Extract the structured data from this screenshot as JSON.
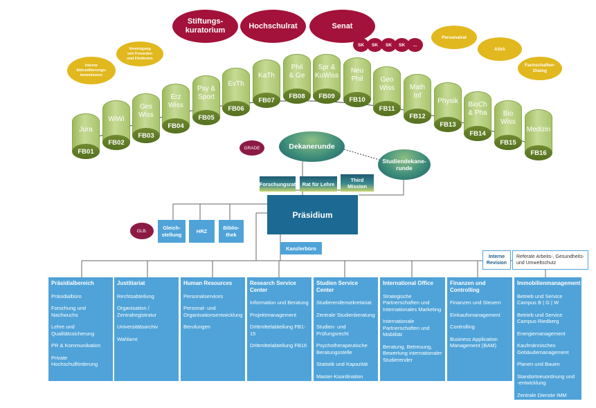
{
  "top_bodies": [
    "Stiftungs-\nkuratorium",
    "Hochschulrat",
    "Senat"
  ],
  "sk": [
    "SK",
    "SK",
    "SK",
    "SK",
    "..."
  ],
  "left_ovals": [
    "Interne\nAkkreditierungs-\nkommission",
    "Vereinigung\nvon Freunden\nund Förderern"
  ],
  "right_ovals": [
    "Personalrat",
    "AStA",
    "Fachschaften-\nDialog"
  ],
  "faculties": [
    {
      "name": "Jura",
      "code": "FB01"
    },
    {
      "name": "WiWi",
      "code": "FB02"
    },
    {
      "name": "Ges\nWiss",
      "code": "FB03"
    },
    {
      "name": "Erz\nWiss",
      "code": "FB04"
    },
    {
      "name": "Psy &\nSport",
      "code": "FB05"
    },
    {
      "name": "EvTh",
      "code": "FB06"
    },
    {
      "name": "KaTh",
      "code": "FB07"
    },
    {
      "name": "Phil\n& Ge",
      "code": "FB08"
    },
    {
      "name": "Spr &\nKuWiss",
      "code": "FB09"
    },
    {
      "name": "Neu\nPhil",
      "code": "FB10"
    },
    {
      "name": "Geo\nWiss",
      "code": "FB11"
    },
    {
      "name": "Math\nInf",
      "code": "FB12"
    },
    {
      "name": "Physik",
      "code": "FB13"
    },
    {
      "name": "BioCh\n& Pha",
      "code": "FB14"
    },
    {
      "name": "Bio\nWiss",
      "code": "FB15"
    },
    {
      "name": "Medizin",
      "code": "FB16"
    }
  ],
  "grade": "GRADE",
  "dekanerunde": "Dekanerunde",
  "studiendekanerunde": "Studiendekane-\nrunde",
  "committees": [
    "Forschungsrat",
    "Rat für Lehre",
    "Third\nMission"
  ],
  "praesidium": "Präsidium",
  "glb": "GLB.",
  "support_units": [
    "Gleich-\nstellung",
    "HRZ",
    "Biblio-\nthek"
  ],
  "kanzlerbuero": "Kanzlerbüro",
  "interne_revision": "Interne\nRevision",
  "referate": "Referate Arbeits-, Gesundheits-\nund Umweltschutz",
  "departments": [
    {
      "title": "Präsidialbereich",
      "items": [
        "Präsidialbüro",
        "Forschung und Nachwuchs",
        "Lehre und\nQualitätssicherung",
        "PR & Kommunikation",
        "Private\nHochschulförderung"
      ]
    },
    {
      "title": "Justitiariat",
      "items": [
        "Rechtsabteilung",
        "Organisation /\nZentralregistratur",
        "Universitätsarchiv",
        "Wahlamt"
      ]
    },
    {
      "title": "Human Resources",
      "items": [
        "Personalservices",
        "Personal- und\nOrganisationsentwicklung",
        "Berufungen"
      ]
    },
    {
      "title": "Research Service Center",
      "items": [
        "Information und Beratung",
        "Projektmanagement",
        "Drittmittelabteilung FB1-15",
        "Drittmittelabteilung FB16"
      ]
    },
    {
      "title": "Studien Service Center",
      "items": [
        "Studierendensekretariat",
        "Zentrale Studienberatung",
        "Studien- und\nPrüfungsrecht",
        "Psychotherapeutische\nBeratungsstelle",
        "Statistik und Kapazität",
        "Master-Koordination"
      ]
    },
    {
      "title": "International Office",
      "items": [
        "Strategische\nPartnerschaften und\nInternationales Marketing",
        "Internationale\nPartnerschaften und\nMobilität",
        "Beratung, Betreuung,\nBewertung internationaler\nStudierender"
      ]
    },
    {
      "title": "Finanzen und Controlling",
      "items": [
        "Finanzen und Steuern",
        "Einkaufsmanagement",
        "Controlling",
        "Business Application\nManagement (BAM)"
      ]
    },
    {
      "title": "Immobilienmanagement",
      "items": [
        "Betrieb und Service\nCampus B | G | W",
        "Betrieb und Service\nCampus Riedberg",
        "Energiemanagement",
        "Kaufmännisches\nGebäudemanagement",
        "Planen und Bauen",
        "Standortneuordnung und\n-entwicklung",
        "Zentrale Dienste IMM"
      ]
    }
  ]
}
